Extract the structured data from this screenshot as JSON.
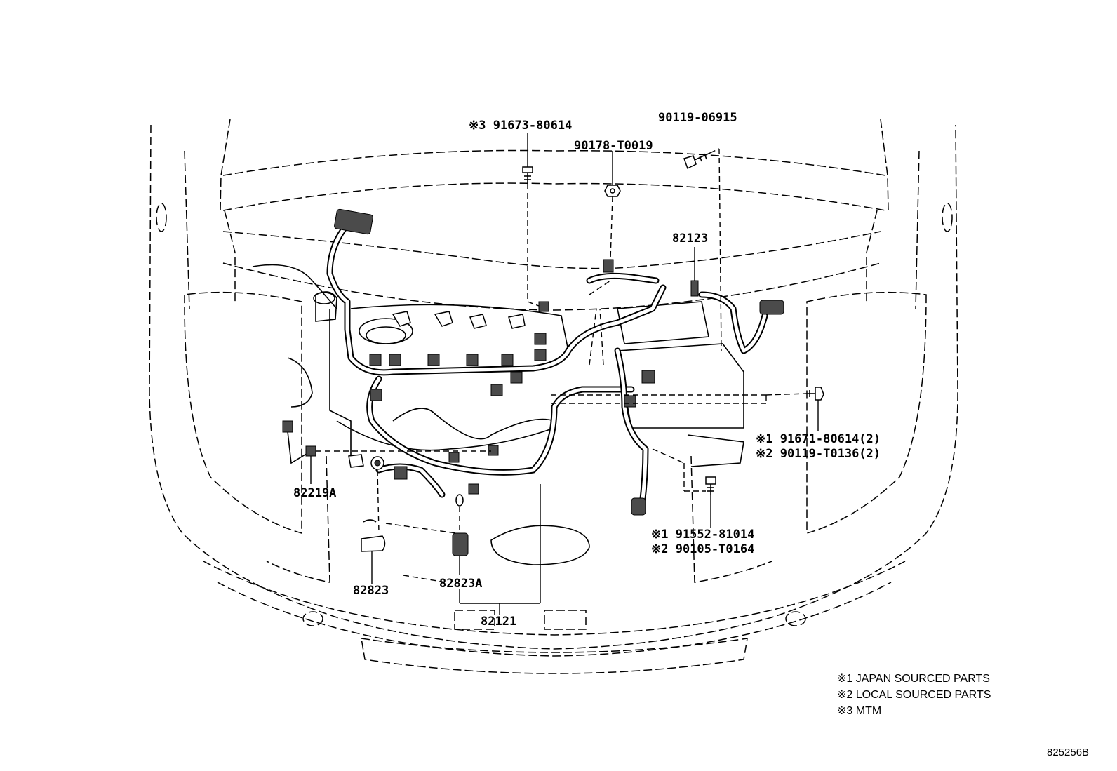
{
  "parts": {
    "p91673": "※3 91673-80614",
    "p90178": "90178-T0019",
    "p90119_06915": "90119-06915",
    "p82123": "82123",
    "p91671": "※1 91671-80614(2)",
    "p90119_t0136": "※2 90119-T0136(2)",
    "p82219a": "82219A",
    "p91552": "※1 91552-81014",
    "p90105": "※2 90105-T0164",
    "p82823": "82823",
    "p82823a": "82823A",
    "p82121": "82121"
  },
  "legend": {
    "item1": "※1 JAPAN SOURCED PARTS",
    "item2": "※2 LOCAL SOURCED PARTS",
    "item3": "※3 MTM"
  },
  "diagram_code": "825256B"
}
